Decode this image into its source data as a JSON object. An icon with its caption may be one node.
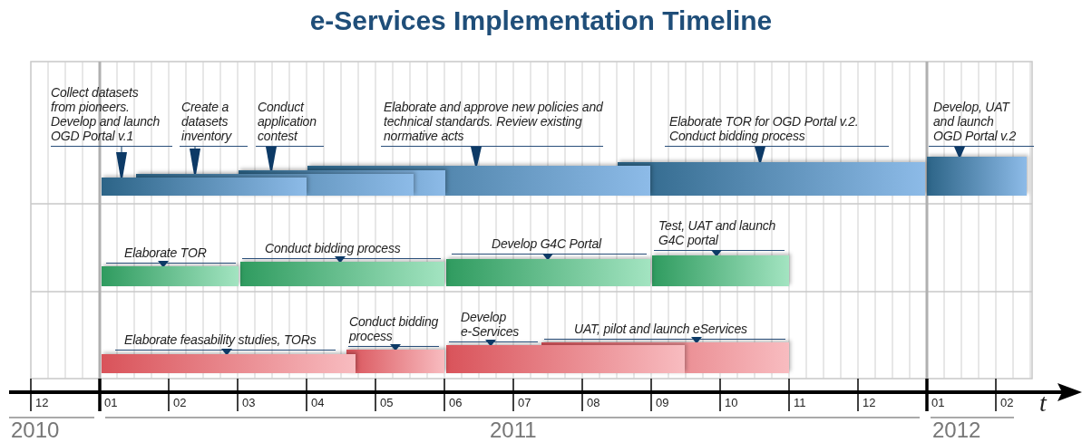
{
  "diagram": {
    "title": "e-Services Implementation Timeline",
    "nodes": [
      {
        "text": [
          "Collect datasets from pioneers. Develop and launch OGD Portal v.1"
        ]
      },
      {
        "text": [],
        "shape": "bar"
      },
      {
        "text": [
          "Create a datasets inventory"
        ]
      },
      {
        "text": [],
        "shape": "bar"
      },
      {
        "text": [
          "Conduct application contest"
        ]
      },
      {
        "text": [],
        "shape": "bar"
      },
      {
        "text": [
          "Elaborate and approve new policies and technical standards. Review existing normative acts"
        ]
      },
      {
        "text": [],
        "shape": "bar"
      },
      {
        "text": [
          "Elaborate TOR for OGD Portal v.2. Conduct bidding process"
        ]
      },
      {
        "text": [],
        "shape": "bar"
      },
      {
        "text": [
          "Develop, UAT and launch OGD Portal v.2"
        ]
      },
      {
        "text": [],
        "shape": "bar"
      },
      {
        "text": [
          "Elaborate TOR"
        ]
      },
      {
        "text": [],
        "shape": "bar"
      },
      {
        "text": [
          "Conduct bidding process"
        ]
      },
      {
        "text": [],
        "shape": "bar"
      },
      {
        "text": [
          "Develop G4C Portal"
        ]
      },
      {
        "text": [],
        "shape": "bar"
      },
      {
        "text": [
          "Test, UAT and launch G4C portal"
        ]
      },
      {
        "text": [],
        "shape": "bar"
      },
      {
        "text": [
          "Elaborate feasability studies, TORs"
        ]
      },
      {
        "text": [],
        "shape": "bar"
      },
      {
        "text": [
          "Conduct bidding process"
        ]
      },
      {
        "text": [],
        "shape": "bar"
      },
      {
        "text": [
          "Develop e-Services"
        ]
      },
      {
        "text": [],
        "shape": "bar"
      },
      {
        "text": [
          "UAT, pilot and launch eServices"
        ]
      },
      {
        "text": [],
        "shape": "bar"
      }
    ],
    "edges": [
      {
        "from": 0,
        "to": 1,
        "arrow": "to"
      },
      {
        "from": 2,
        "to": 3,
        "arrow": "to"
      },
      {
        "from": 4,
        "to": 5,
        "arrow": "to"
      },
      {
        "from": 6,
        "to": 7,
        "arrow": "to"
      },
      {
        "from": 8,
        "to": 9,
        "arrow": "to"
      },
      {
        "from": 10,
        "to": 11,
        "arrow": "to"
      },
      {
        "from": 12,
        "to": 13,
        "arrow": "to"
      },
      {
        "from": 14,
        "to": 15,
        "arrow": "to"
      },
      {
        "from": 16,
        "to": 17,
        "arrow": "to"
      },
      {
        "from": 18,
        "to": 19,
        "arrow": "to"
      },
      {
        "from": 20,
        "to": 21,
        "arrow": "to"
      },
      {
        "from": 22,
        "to": 23,
        "arrow": "to"
      },
      {
        "from": 24,
        "to": 25,
        "arrow": "to"
      },
      {
        "from": 26,
        "to": 27,
        "arrow": "to"
      }
    ],
    "labels": [
      "12",
      "01",
      "02",
      "03",
      "04",
      "05",
      "06",
      "07",
      "08",
      "09",
      "10",
      "11",
      "12",
      "01",
      "02",
      "t",
      "2010",
      "2011",
      "2012"
    ]
  }
}
